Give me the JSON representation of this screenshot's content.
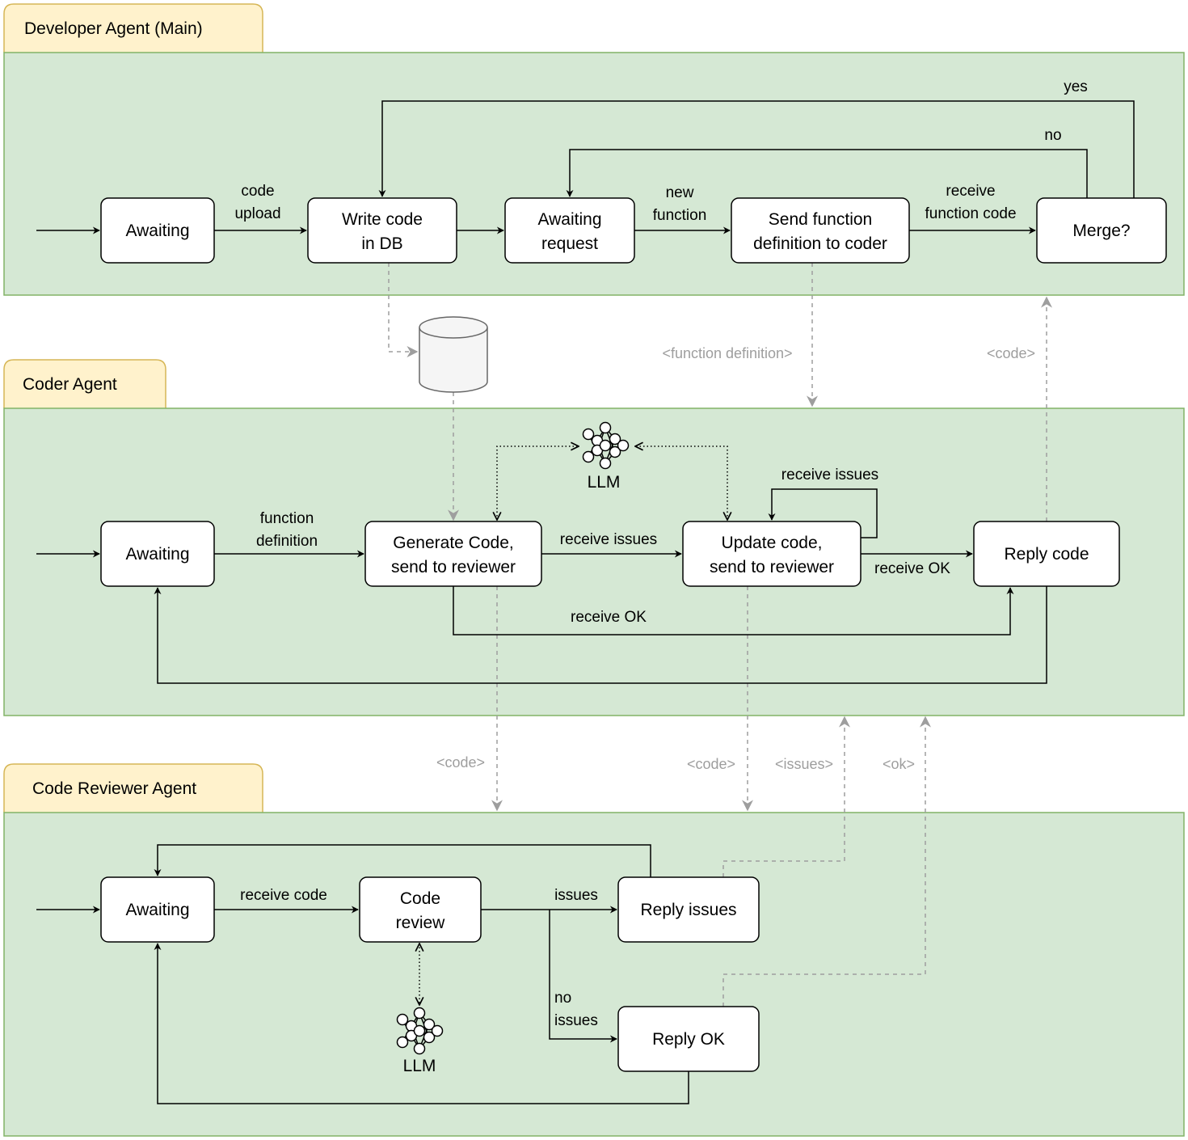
{
  "lanes": {
    "developer": {
      "title": "Developer Agent (Main)"
    },
    "coder": {
      "title": "Coder Agent"
    },
    "reviewer": {
      "title": "Code Reviewer Agent"
    }
  },
  "dev": {
    "awaiting": "Awaiting",
    "write_code": [
      "Write code",
      "in DB"
    ],
    "awaiting_request": [
      "Awaiting",
      "request"
    ],
    "send_function": [
      "Send function",
      "definition to coder"
    ],
    "merge": "Merge?",
    "label_code_upload": [
      "code",
      "upload"
    ],
    "label_new_function": [
      "new",
      "function"
    ],
    "label_receive_function_code": [
      "receive",
      "function code"
    ],
    "label_yes": "yes",
    "label_no": "no"
  },
  "coder": {
    "awaiting": "Awaiting",
    "generate": [
      "Generate Code,",
      "send to reviewer"
    ],
    "update": [
      "Update code,",
      "send to reviewer"
    ],
    "reply_code": "Reply code",
    "label_function_definition": [
      "function",
      "definition"
    ],
    "label_receive_issues": "receive issues",
    "label_receive_issues_loop": "receive issues",
    "label_receive_ok_right": "receive OK",
    "label_receive_ok_bottom": "receive OK",
    "llm": "LLM"
  },
  "reviewer": {
    "awaiting": "Awaiting",
    "code_review": [
      "Code",
      "review"
    ],
    "reply_issues": "Reply issues",
    "reply_ok": "Reply OK",
    "label_receive_code": "receive code",
    "label_issues": "issues",
    "label_no_issues": [
      "no",
      "issues"
    ],
    "llm": "LLM"
  },
  "messages": {
    "function_definition": "<function definition>",
    "code_to_dev": "<code>",
    "code_from_generate": "<code>",
    "code_from_update": "<code>",
    "issues": "<issues>",
    "ok": "<ok>"
  },
  "icons": {
    "database": "database-cylinder-icon",
    "neural_network": "neural-network-icon"
  },
  "colors": {
    "lane_fill": "#d5e8d4",
    "lane_border": "#82b366",
    "tab_fill": "#fff2cc",
    "tab_border": "#d6b656",
    "data_flow": "#9e9e9e"
  }
}
